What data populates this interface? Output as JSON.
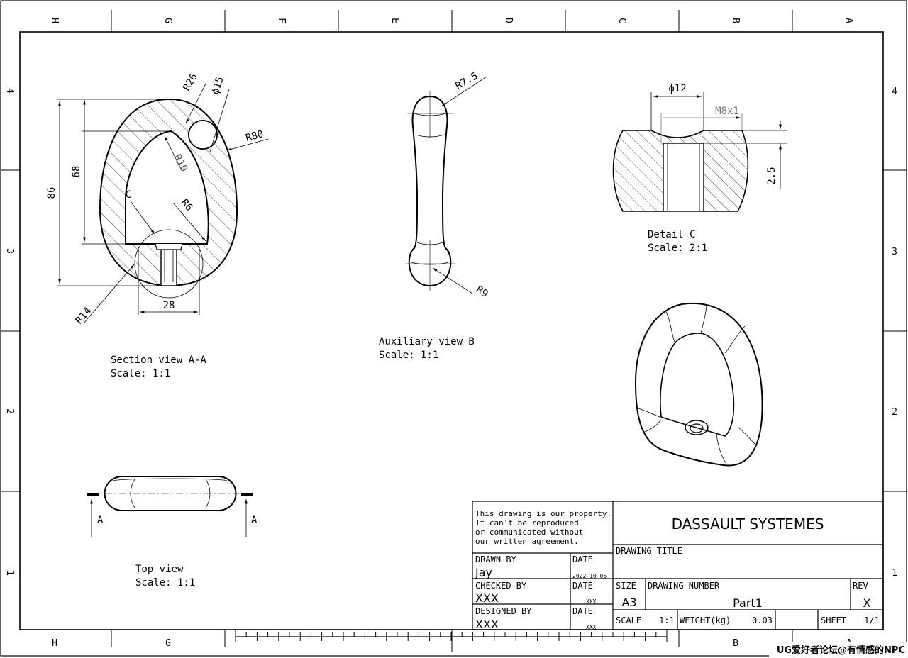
{
  "frame": {
    "columns": [
      "H",
      "G",
      "F",
      "E",
      "D",
      "C",
      "B",
      "A"
    ],
    "rows": [
      "4",
      "3",
      "2",
      "1"
    ]
  },
  "views": {
    "section": {
      "title": "Section view A-A",
      "scale": "Scale:  1:1",
      "dims": {
        "r26": "R26",
        "phi15": "ϕ15",
        "r80": "R80",
        "r10": "R10",
        "c": "C",
        "r6": "R6",
        "d86": "86",
        "d68": "68",
        "r14": "R14",
        "d28": "28"
      }
    },
    "aux": {
      "title": "Auxiliary view B",
      "scale": "Scale:  1:1",
      "dims": {
        "r75": "R7.5",
        "r9": "R9"
      }
    },
    "detail": {
      "title": "Detail C",
      "scale": "Scale:  2:1",
      "dims": {
        "phi12": "ϕ12",
        "m8": "M8x1",
        "d25": "2.5"
      }
    },
    "top": {
      "title": "Top view",
      "scale": "Scale:  1:1",
      "markers": {
        "left": "A",
        "right": "A"
      }
    }
  },
  "title_block": {
    "notice": [
      "This drawing is our property.",
      "It can't be reproduced",
      "or communicated without",
      "our written agreement."
    ],
    "company": "DASSAULT SYSTEMES",
    "drawing_title_label": "DRAWING TITLE",
    "drawn_by_label": "DRAWN BY",
    "drawn_by": "Jay",
    "date_label": "DATE",
    "drawn_date": "2022-10-05",
    "checked_by_label": "CHECKED BY",
    "checked_by": "XXX",
    "checked_date": "XXX",
    "designed_by_label": "DESIGNED BY",
    "designed_by": "XXX",
    "designed_date": "XXX",
    "size_label": "SIZE",
    "size": "A3",
    "drawing_number_label": "DRAWING NUMBER",
    "drawing_number": "Part1",
    "rev_label": "REV",
    "rev": "X",
    "scale_label": "SCALE",
    "scale": "1:1",
    "weight_label": "WEIGHT(kg)",
    "weight": "0.03",
    "sheet_label": "SHEET",
    "sheet": "1/1"
  },
  "watermark": "UG爱好者论坛@有情感的NPC"
}
